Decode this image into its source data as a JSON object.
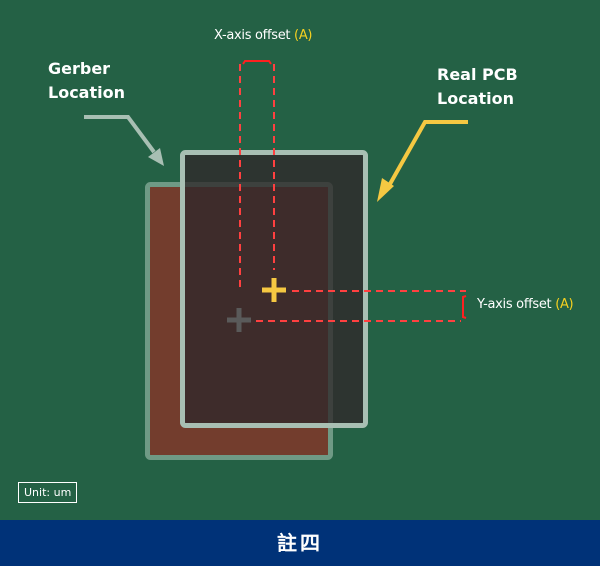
{
  "labels": {
    "gerber": [
      "Gerber",
      "Location"
    ],
    "real_pcb": [
      "Real PCB",
      "Location"
    ],
    "x_offset": {
      "text": "X-axis offset",
      "var": "(A)"
    },
    "y_offset": {
      "text": "Y-axis offset",
      "var": "(A)"
    }
  },
  "unit": "Unit: um",
  "footer": "註四",
  "colors": {
    "background": "#246145",
    "gerber_fill": "#733d2d",
    "pcb_outline": "#a8bfb3",
    "offset_lines": "#ff4040",
    "highlight": "#f5c842",
    "footer": "#003278"
  }
}
